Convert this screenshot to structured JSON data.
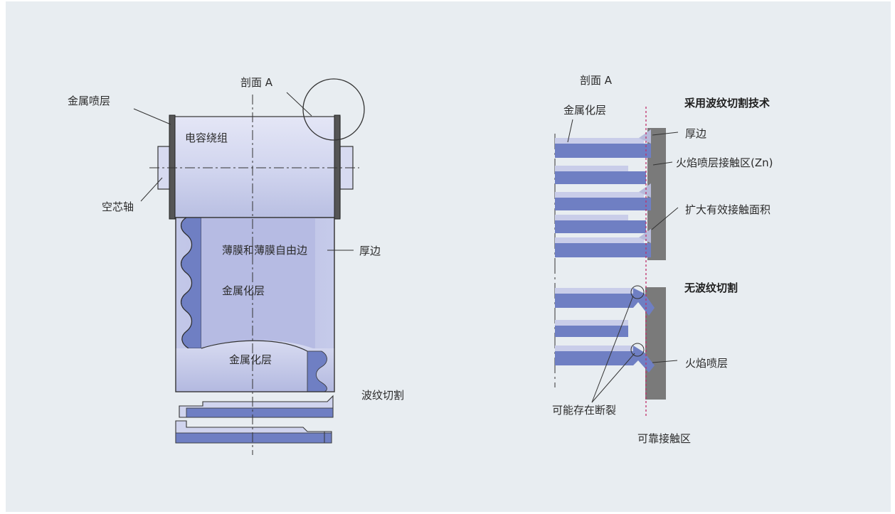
{
  "left_diagram": {
    "section_label": "剖面 A",
    "metal_spray": "金属喷层",
    "winding": "电容绕组",
    "hollow_shaft": "空芯轴",
    "film_edge": "薄膜和薄膜自由边",
    "thick_edge": "厚边",
    "metallized_1": "金属化层",
    "metallized_2": "金属化层",
    "wave_cut": "波纹切割"
  },
  "right_diagram": {
    "section_label": "剖面 A",
    "metallized": "金属化层",
    "with_wave_title": "采用波纹切割技术",
    "thick_edge": "厚边",
    "flame_contact": "火焰喷层接触区(Zn)",
    "expand_area": "扩大有效接触面积",
    "no_wave_title": "无波纹切割",
    "flame_spray": "火焰喷层",
    "possible_break": "可能存在断裂",
    "reliable_contact": "可靠接触区"
  },
  "colors": {
    "background": "#e8edf1",
    "film_blue": "#6f7fc3",
    "film_light": "#c9cde9",
    "cylinder": "#d2d6ee",
    "spray_gray": "#7a7a7a",
    "contact_red": "#c0306a"
  }
}
